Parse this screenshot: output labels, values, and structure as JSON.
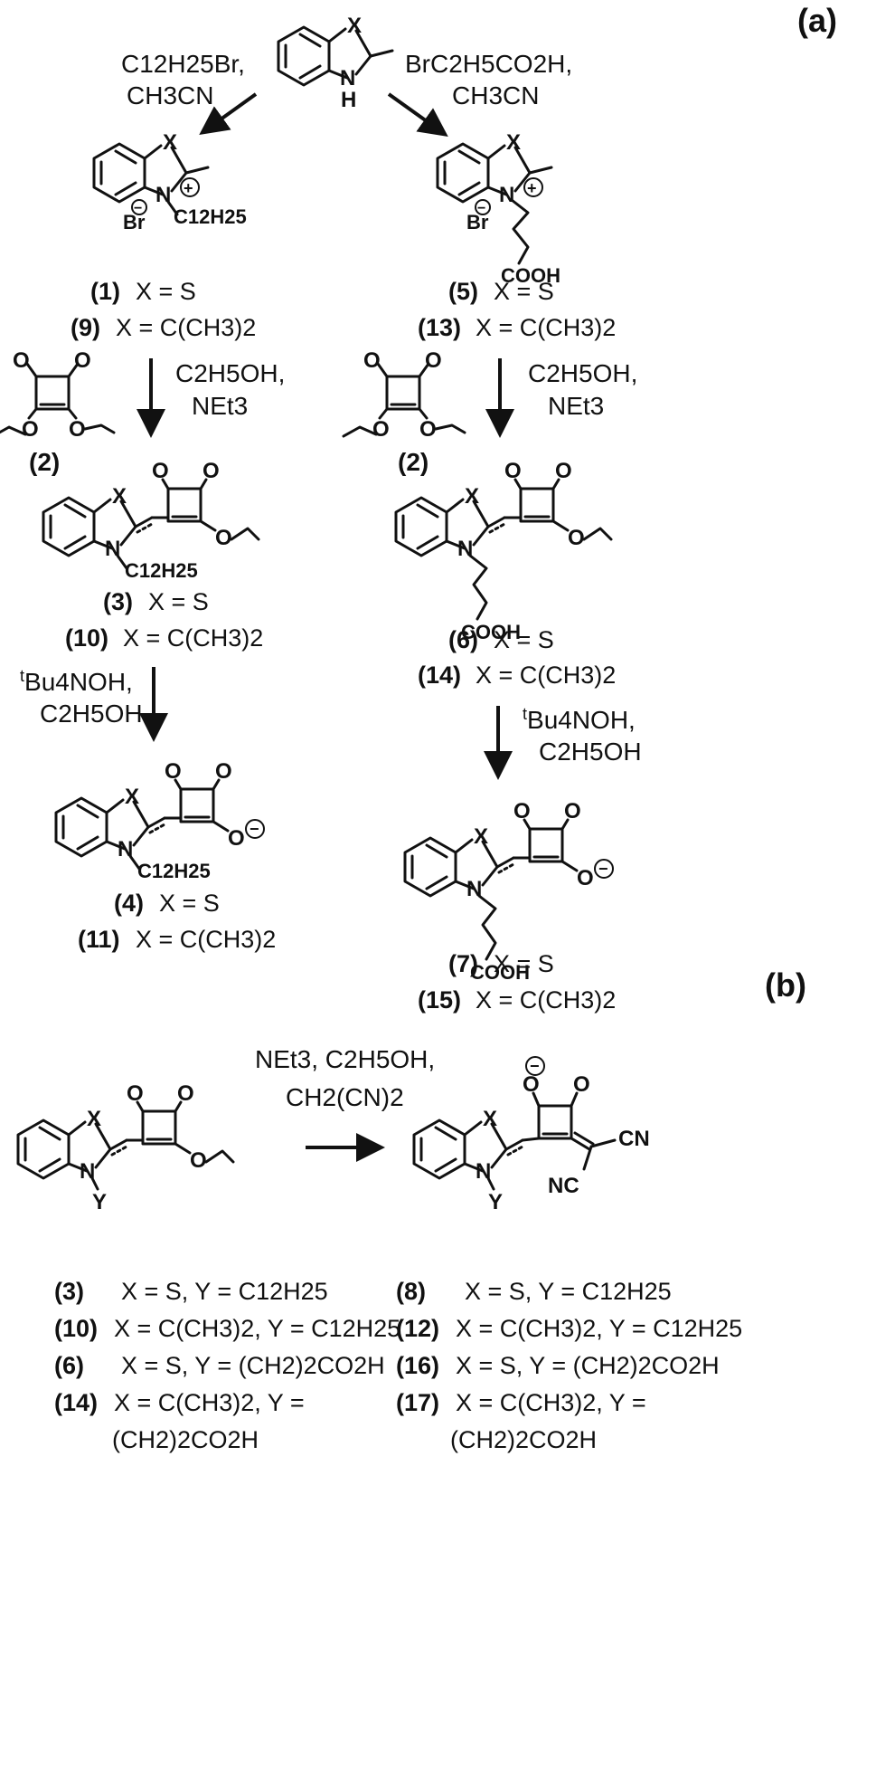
{
  "panels": {
    "a": "(a)",
    "b": "(b)"
  },
  "structures": {
    "x": "X",
    "n": "N",
    "nh": "N",
    "h": "H",
    "o": "O",
    "y": "Y",
    "cn": "CN",
    "nc": "NC",
    "br": "Br",
    "cooh": "COOH",
    "c12h25": "C12H25"
  },
  "conditions": {
    "alkylation_left": [
      "C12H25Br,",
      "CH3CN"
    ],
    "alkylation_right": [
      "BrC2H5CO2H,",
      "CH3CN"
    ],
    "condensation": [
      "C2H5OH,",
      "NEt3"
    ],
    "hydrolysis": [
      "tBu4NOH,",
      "C2H5OH"
    ],
    "malononitrile": [
      "NEt3, C2H5OH,",
      "CH2(CN)2"
    ],
    "squarate": "(2)"
  },
  "labels_a": {
    "c1": {
      "num": "(1)",
      "text": "X = S"
    },
    "c9": {
      "num": "(9)",
      "text": "X = C(CH3)2"
    },
    "c5": {
      "num": "(5)",
      "text": "X = S"
    },
    "c13": {
      "num": "(13)",
      "text": "X = C(CH3)2"
    },
    "c3": {
      "num": "(3)",
      "text": "X = S"
    },
    "c10": {
      "num": "(10)",
      "text": "X = C(CH3)2"
    },
    "c6": {
      "num": "(6)",
      "text": "X = S"
    },
    "c14": {
      "num": "(14)",
      "text": "X = C(CH3)2"
    },
    "c4": {
      "num": "(4)",
      "text": "X = S"
    },
    "c11": {
      "num": "(11)",
      "text": "X = C(CH3)2"
    },
    "c7": {
      "num": "(7)",
      "text": "X = S"
    },
    "c15": {
      "num": "(15)",
      "text": "X = C(CH3)2"
    }
  },
  "labels_b": {
    "left": [
      {
        "num": "(3)",
        "text": "X = S, Y = C12H25"
      },
      {
        "num": "(10)",
        "text": "X = C(CH3)2, Y = C12H25"
      },
      {
        "num": "(6)",
        "text": "X = S, Y = (CH2)2CO2H"
      },
      {
        "num": "(14)",
        "text": "X = C(CH3)2, Y =",
        "cont": "(CH2)2CO2H"
      }
    ],
    "right": [
      {
        "num": "(8)",
        "text": "X = S, Y = C12H25"
      },
      {
        "num": "(12)",
        "text": "X = C(CH3)2, Y = C12H25"
      },
      {
        "num": "(16)",
        "text": "X = S, Y = (CH2)2CO2H"
      },
      {
        "num": "(17)",
        "text": "X = C(CH3)2, Y =",
        "cont": "(CH2)2CO2H"
      }
    ]
  }
}
